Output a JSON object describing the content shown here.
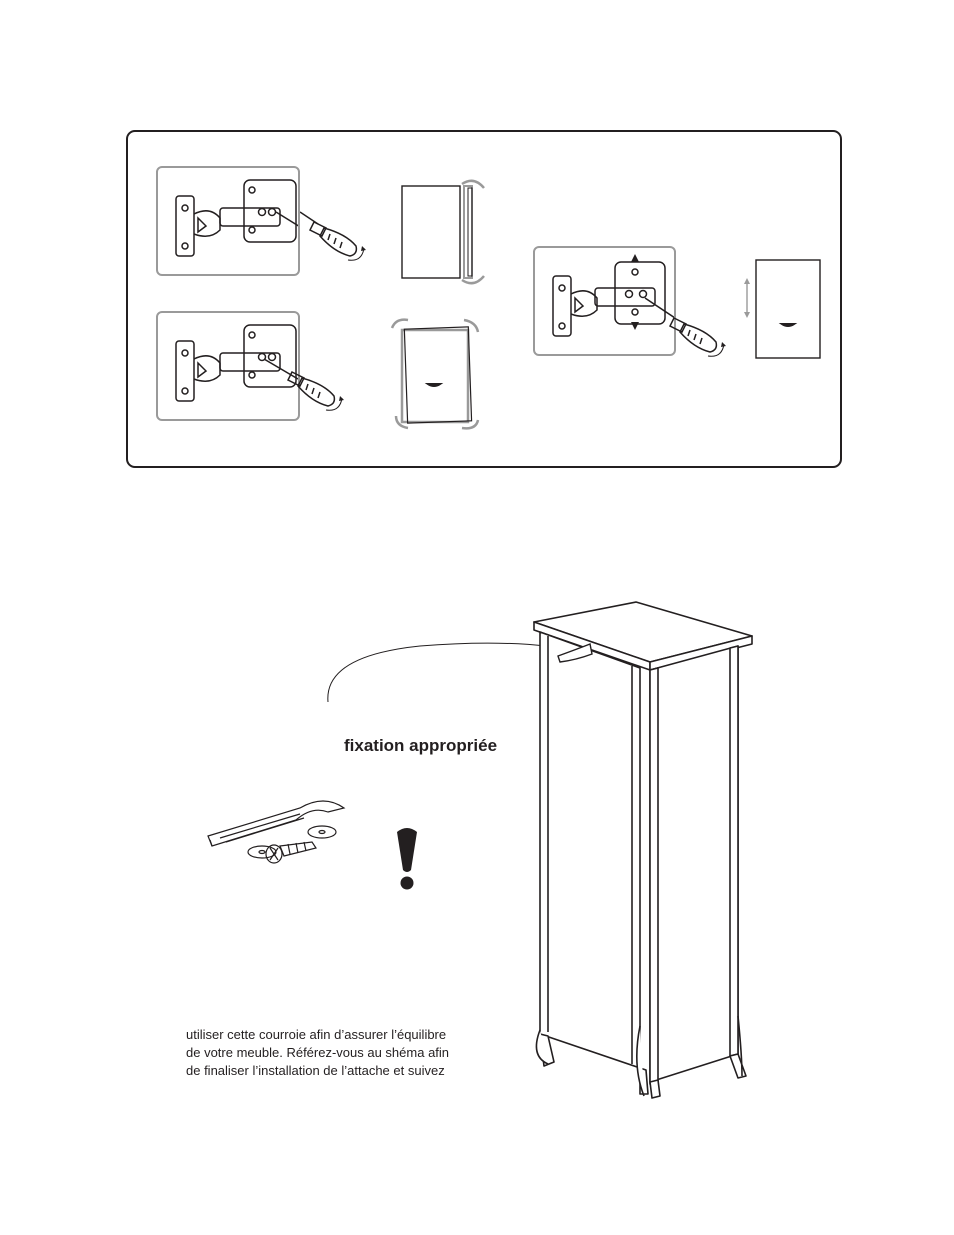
{
  "strap_section": {
    "heading": "fixation appropriée",
    "instruction_lines": [
      "utiliser cette courroie afin d’assurer l’équilibre",
      "de votre meuble.  Référez-vous au shéma afin",
      "de finaliser l’installation de l’attache et suivez"
    ]
  },
  "icons": {
    "hinge_panels": [
      "hinge-depth-adjust-icon",
      "hinge-side-adjust-icon",
      "hinge-height-adjust-icon"
    ],
    "door_results": [
      "door-depth-result-icon",
      "door-tilt-result-icon",
      "door-height-result-icon"
    ],
    "warning": "exclamation-icon",
    "strap_kit": "anti-tip-strap-kit-icon",
    "cabinet": "cabinet-icon"
  },
  "colors": {
    "line": "#231f20",
    "panel_border": "#9a9a9a",
    "arrow": "#9a9a9a"
  }
}
